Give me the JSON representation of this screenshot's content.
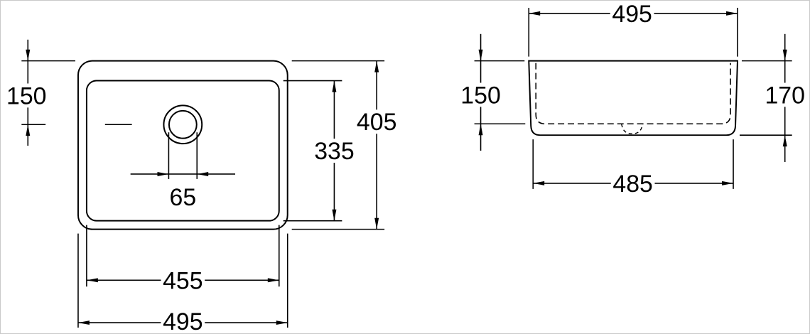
{
  "drawing": {
    "kind": "sink-dimension-drawing",
    "background_color": "#ffffff",
    "line_color": "#000000",
    "frame_color": "#c9c9c9"
  },
  "top_view": {
    "dim_rim_to_drain": "150",
    "dim_overall_depth": "405",
    "dim_basin_depth": "335",
    "dim_drain": "65",
    "dim_basin_width": "455",
    "dim_overall_width": "495"
  },
  "front_view": {
    "dim_top_width": "495",
    "dim_basin_height": "150",
    "dim_overall_height": "170",
    "dim_bottom_width": "485"
  }
}
